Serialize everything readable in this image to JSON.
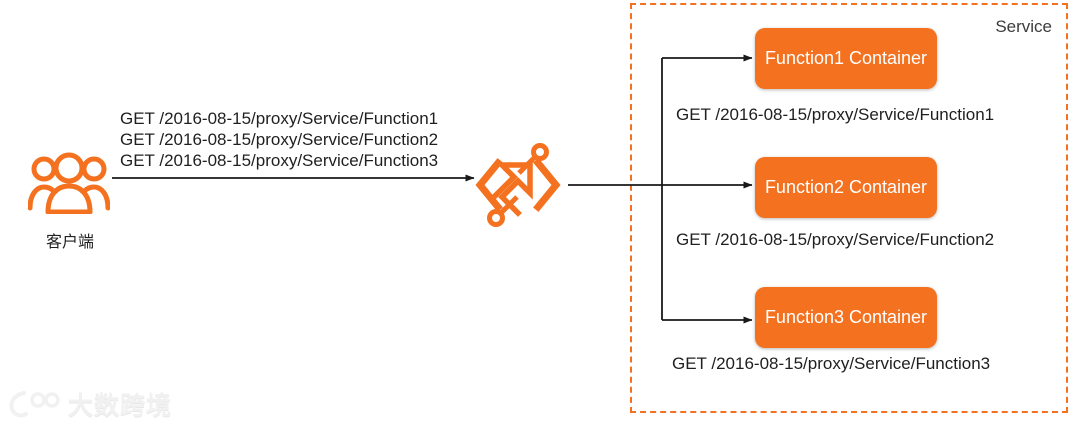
{
  "diagram": {
    "client": {
      "icon": "users-group-icon",
      "label": "客户端"
    },
    "gateway": {
      "icon": "api-gateway-icon"
    },
    "client_requests": [
      "GET /2016-08-15/proxy/Service/Function1",
      "GET /2016-08-15/proxy/Service/Function2",
      "GET /2016-08-15/proxy/Service/Function3"
    ],
    "service": {
      "label": "Service",
      "border_color": "#F4711F",
      "containers": [
        {
          "label": "Function1 Container",
          "caption": "GET /2016-08-15/proxy/Service/Function1"
        },
        {
          "label": "Function2 Container",
          "caption": "GET /2016-08-15/proxy/Service/Function2"
        },
        {
          "label": "Function3 Container",
          "caption": "GET /2016-08-15/proxy/Service/Function3"
        }
      ]
    },
    "colors": {
      "accent_orange": "#F4711F",
      "text_dark": "#1f1f1f",
      "arrow": "#1a1a1a"
    },
    "watermark": {
      "text": "大数跨境",
      "logo": "bracket-100-logo-icon"
    }
  }
}
